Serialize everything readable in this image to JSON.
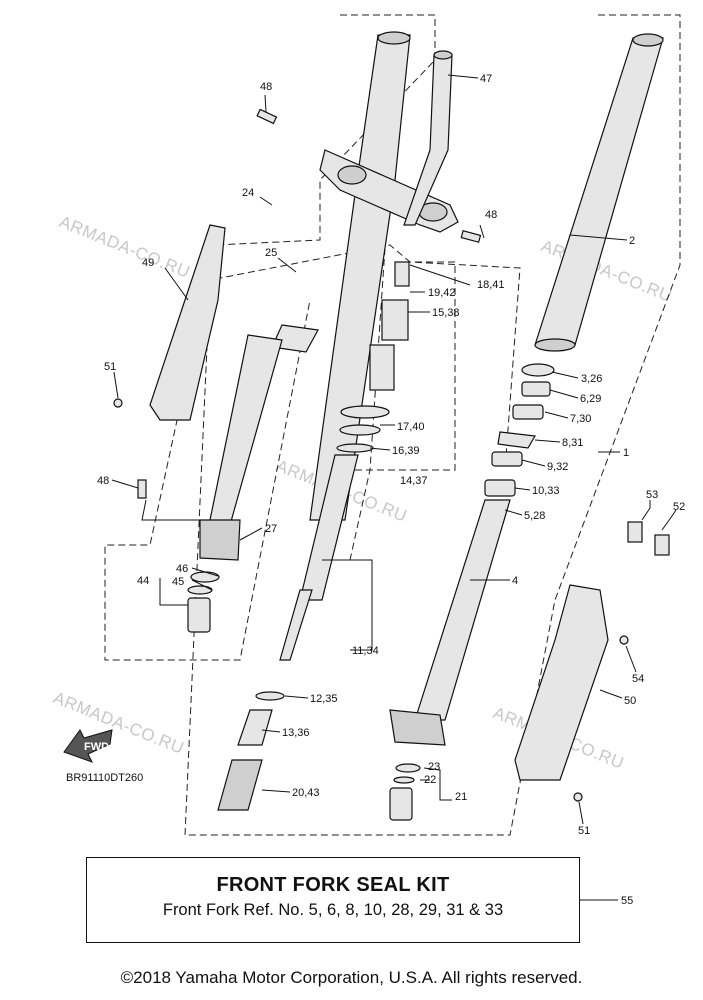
{
  "watermark": "ARMADA-CO.RU",
  "diagram_code": "BR91110DT260",
  "fwd_label": "FWD",
  "parts": {
    "p1": "1",
    "p2": "2",
    "p3_26": "3,26",
    "p4": "4",
    "p5_28": "5,28",
    "p6_29": "6,29",
    "p7_30": "7,30",
    "p8_31": "8,31",
    "p9_32": "9,32",
    "p10_33": "10,33",
    "p11_34": "11,34",
    "p12_35": "12,35",
    "p13_36": "13,36",
    "p14_37": "14,37",
    "p15_38": "15,38",
    "p16_39": "16,39",
    "p17_40": "17,40",
    "p18_41": "18,41",
    "p19_42": "19,42",
    "p20_43": "20,43",
    "p21": "21",
    "p22": "22",
    "p23": "23",
    "p24": "24",
    "p25": "25",
    "p27": "27",
    "p44": "44",
    "p45": "45",
    "p46": "46",
    "p47": "47",
    "p48a": "48",
    "p48b": "48",
    "p48c": "48",
    "p49": "49",
    "p50": "50",
    "p51a": "51",
    "p51b": "51",
    "p52": "52",
    "p53": "53",
    "p54": "54",
    "p55": "55"
  },
  "kit": {
    "title": "FRONT FORK SEAL KIT",
    "subtitle": "Front Fork Ref. No. 5, 6, 8, 10, 28, 29, 31 & 33"
  },
  "footer": "©2018 Yamaha Motor Corporation, U.S.A. All rights reserved."
}
